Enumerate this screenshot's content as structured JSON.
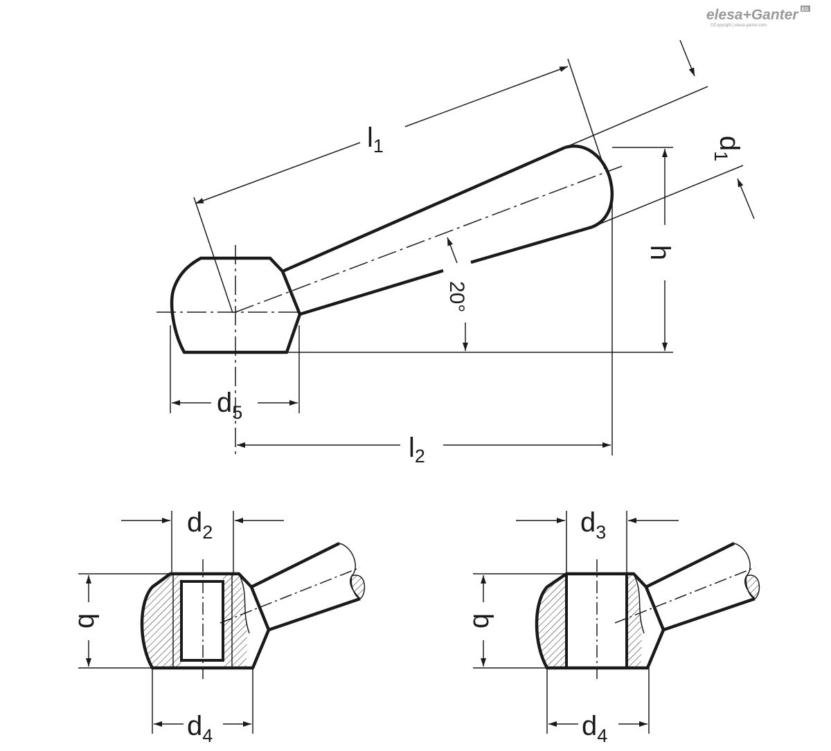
{
  "logo": {
    "brand": "elesa+Ganter",
    "copyright": "©Copyright | elesa-ganter.com",
    "badge": "EG"
  },
  "labels": {
    "l1": {
      "base": "l",
      "sub": "1"
    },
    "l2": {
      "base": "l",
      "sub": "2"
    },
    "d1": {
      "base": "d",
      "sub": "1"
    },
    "d2": {
      "base": "d",
      "sub": "2"
    },
    "d3": {
      "base": "d",
      "sub": "3"
    },
    "d4": {
      "base": "d",
      "sub": "4"
    },
    "d5": {
      "base": "d",
      "sub": "5"
    },
    "h": "h",
    "b": "b",
    "angle": "20°"
  },
  "colors": {
    "line": "#1a1a1a",
    "logo": "#9a9a9a"
  }
}
